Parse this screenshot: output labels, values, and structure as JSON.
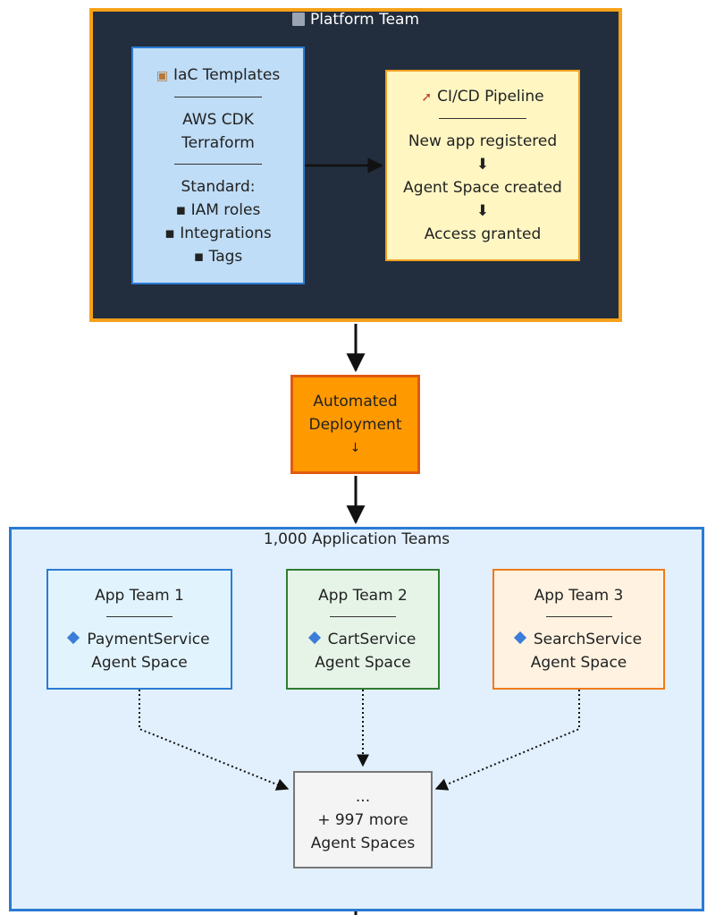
{
  "platform": {
    "title": "Platform Team",
    "title_icon": "office-building-icon"
  },
  "iac": {
    "icon": "package-icon",
    "title": "IaC Templates",
    "tools": [
      "AWS CDK",
      "Terraform"
    ],
    "standard_label": "Standard:",
    "standard_items": [
      "▪ IAM roles",
      "▪ Integrations",
      "▪ Tags"
    ]
  },
  "cicd": {
    "icon": "rocket-icon",
    "title": "CI/CD Pipeline",
    "steps": [
      "New app registered",
      "⬇",
      "Agent Space created",
      "⬇",
      "Access granted"
    ]
  },
  "deploy": {
    "lines": [
      "Automated",
      "Deployment",
      "↓"
    ]
  },
  "teams": {
    "title": "1,000 Application Teams",
    "items": [
      {
        "name": "App Team 1",
        "service": "PaymentService",
        "space": "Agent Space"
      },
      {
        "name": "App Team 2",
        "service": "CartService",
        "space": "Agent Space"
      },
      {
        "name": "App Team 3",
        "service": "SearchService",
        "space": "Agent Space"
      }
    ],
    "more": {
      "ellipsis": "...",
      "count": "+ 997 more",
      "label": "Agent Spaces"
    }
  },
  "colors": {
    "platform_bg": "#222d3d",
    "platform_border": "#f7a11a",
    "iac_bg": "#bfddf7",
    "cicd_bg": "#fff6c2",
    "deploy_bg": "#ff9900",
    "teams_bg": "#e1f0fc",
    "service_icon": "#3b7dd8"
  }
}
